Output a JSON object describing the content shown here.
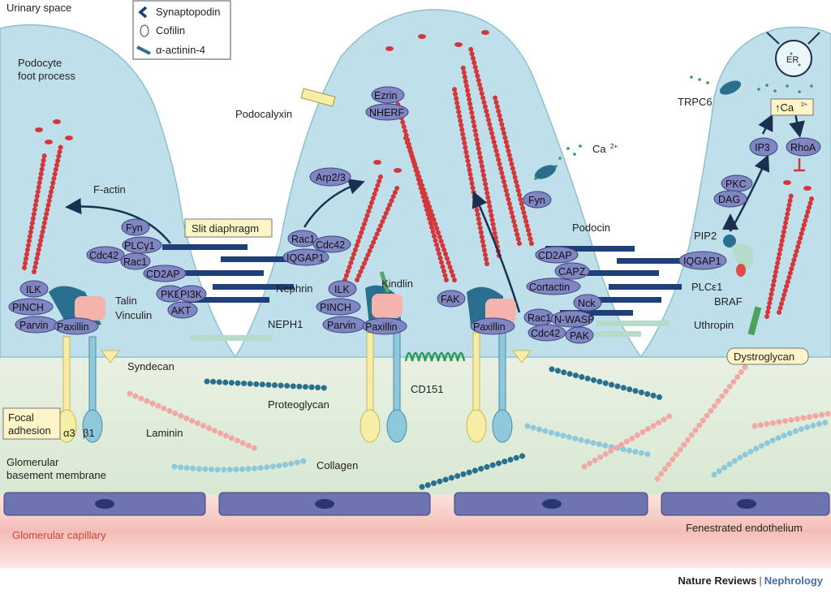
{
  "regions": {
    "urinary_space": "Urinary space",
    "foot_process": [
      "Podocyte",
      "foot process"
    ],
    "gbm": [
      "Glomerular",
      "basement membrane"
    ],
    "capillary": "Glomerular capillary",
    "endothelium": "Fenestrated endothelium"
  },
  "legend": {
    "items": [
      {
        "icon": "synaptopodin-icon",
        "label": "Synaptopodin"
      },
      {
        "icon": "cofilin-icon",
        "label": "Cofilin"
      },
      {
        "icon": "actinin-icon",
        "label": "α-actinin-4"
      }
    ]
  },
  "labels": {
    "f_actin": "F-actin",
    "slit_diaphragm": "Slit diaphragm",
    "talin": "Talin",
    "vinculin": "Vinculin",
    "syndecan": "Syndecan",
    "focal_adhesion": [
      "Focal",
      "adhesion"
    ],
    "alpha3": "α3",
    "beta1": "β1",
    "laminin": "Laminin",
    "proteoglycan": "Proteoglycan",
    "collagen": "Collagen",
    "nephrin": "Nephrin",
    "neph1": "NEPH1",
    "kindlin": "Kindlin",
    "cd151": "CD151",
    "podocalyxin": "Podocalyxin",
    "podocin": "Podocin",
    "ca": "Ca",
    "ca_sup": "2+",
    "trpc6": "TRPC6",
    "er": "ER",
    "ca_up": "↑Ca",
    "pip2": "PIP2",
    "plce1": "PLCε1",
    "braf": "BRAF",
    "uthropin": "Uthropin",
    "dystroglycan": "Dystroglycan"
  },
  "molecules": {
    "fyn1": "Fyn",
    "plcg1": "PLCγ1",
    "cdc42a": "Cdc42",
    "rac1a": "Rac1",
    "cd2ap1": "CD2AP",
    "pkb": "PKB",
    "pi3k": "PI3K",
    "akt": "AKT",
    "ilk1": "ILK",
    "pinch1": "PINCH",
    "parvin1": "Parvin",
    "paxillin1": "Paxillin",
    "arp23": "Arp2/3",
    "rac1b": "Rac1",
    "cdc42b": "Cdc42",
    "iqgap1a": "IQGAP1",
    "ezrin": "Ezrin",
    "nherf": "NHERF",
    "ilk2": "ILK",
    "pinch2": "PINCH",
    "parvin2": "Parvin",
    "paxillin2": "Paxillin",
    "fak": "FAK",
    "paxillin3": "Paxillin",
    "fyn2": "Fyn",
    "cd2ap2": "CD2AP",
    "capz": "CAPZ",
    "cortactin": "Cortactin",
    "nck": "Nck",
    "rac1c": "Rac1",
    "nwasp": "N-WASP",
    "cdc42c": "Cdc42",
    "pak": "PAK",
    "iqgap1b": "IQGAP1",
    "ip3": "IP3",
    "rhoa": "RhoA",
    "pkc": "PKC",
    "dag": "DAG"
  },
  "footer": {
    "publisher": "Nature Reviews",
    "separator": "|",
    "journal": "Nephrology"
  },
  "colors": {
    "podocyte_fill": "#bfe0ea",
    "gbm": "#e4eedd",
    "capillary": "#f6c9c4",
    "endothelium": "#6d74b0",
    "molecule": "#7f86c2",
    "actin": "#d4373b",
    "slit_bar": "#1f3f7a",
    "adhesion_teal": "#2a6f8d",
    "label_box": "#fdf5c8"
  }
}
